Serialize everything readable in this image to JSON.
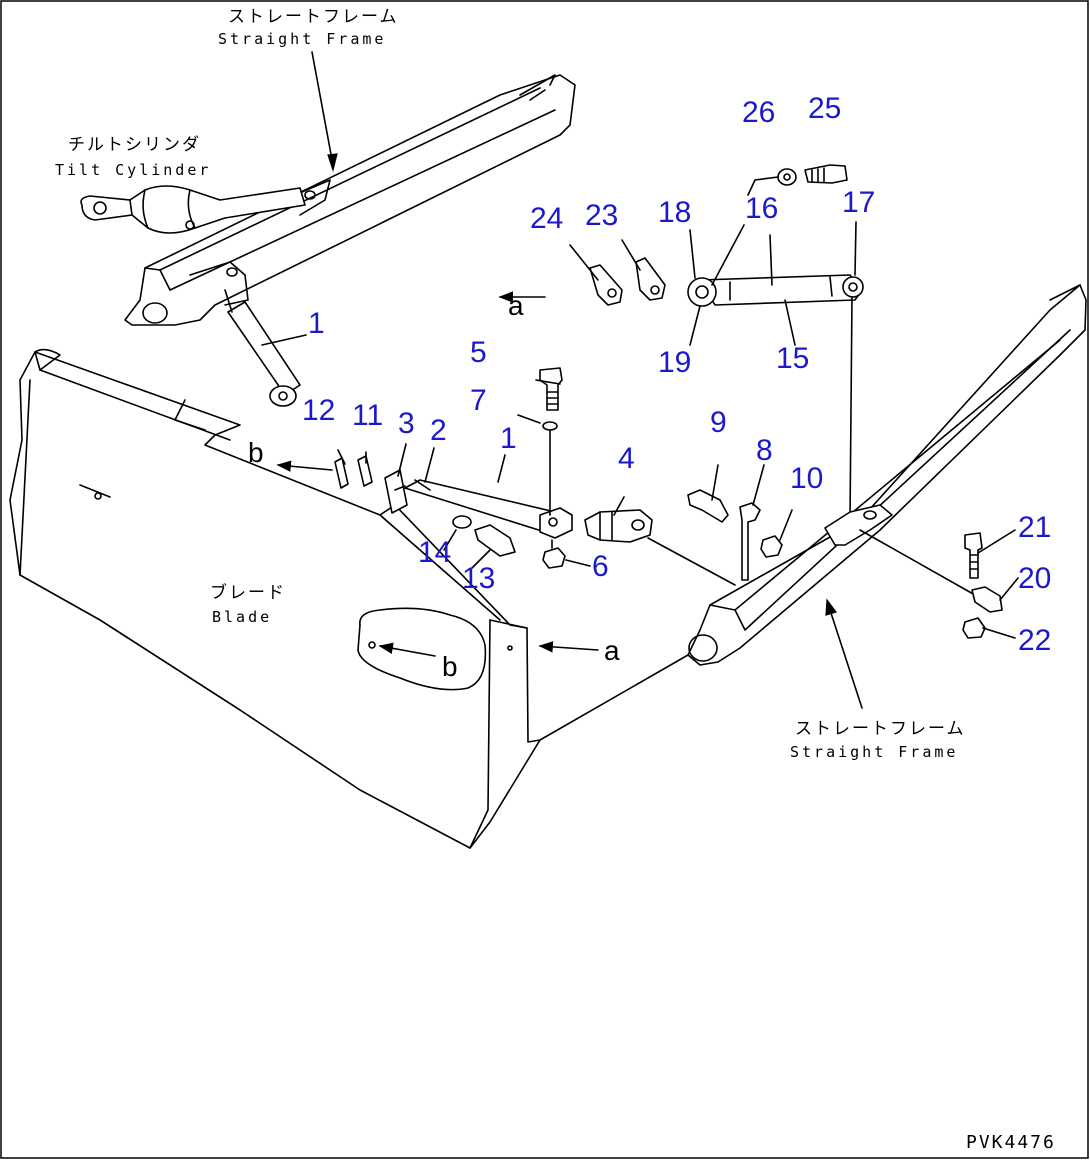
{
  "labels": {
    "straight_frame_top_jp": "ストレートフレーム",
    "straight_frame_top_en": "Straight Frame",
    "tilt_cylinder_jp": "チルトシリンダ",
    "tilt_cylinder_en": "Tilt Cylinder",
    "blade_jp": "ブレード",
    "blade_en": "Blade",
    "straight_frame_bottom_jp": "ストレートフレーム",
    "straight_frame_bottom_en": "Straight Frame"
  },
  "refs": {
    "a_top": "a",
    "b_left": "b",
    "a_right": "a",
    "b_blade": "b"
  },
  "part_numbers": {
    "p1_upper": "1",
    "p1_lower": "1",
    "p2": "2",
    "p3": "3",
    "p4": "4",
    "p5": "5",
    "p6": "6",
    "p7": "7",
    "p8": "8",
    "p9": "9",
    "p10": "10",
    "p11": "11",
    "p12": "12",
    "p13": "13",
    "p14": "14",
    "p15": "15",
    "p16": "16",
    "p17": "17",
    "p18": "18",
    "p19": "19",
    "p20": "20",
    "p21": "21",
    "p22": "22",
    "p23": "23",
    "p24": "24",
    "p25": "25",
    "p26": "26"
  },
  "drawing_code": "PVK4476",
  "colors": {
    "part_number": "#1a1acc",
    "line": "#000000",
    "background": "#ffffff"
  }
}
